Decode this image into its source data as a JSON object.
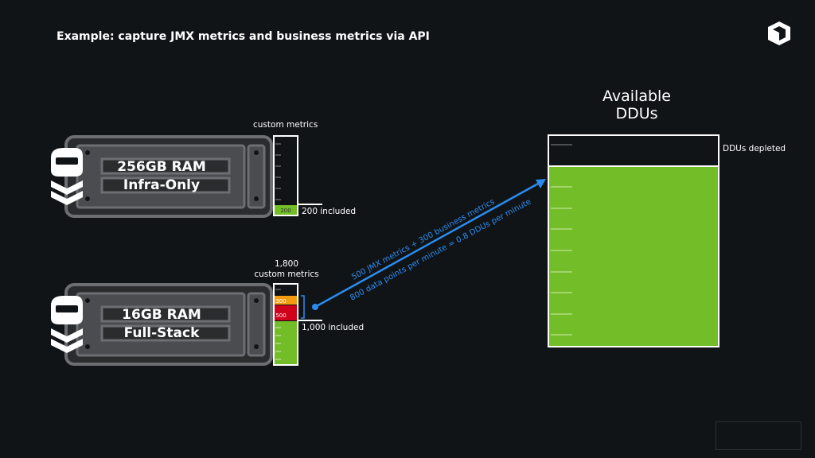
{
  "slide": {
    "title": "Example: capture JMX metrics and business metrics via API"
  },
  "server_top": {
    "line1": "256GB RAM",
    "line2": "Infra-Only",
    "meter_label": "custom metrics",
    "segment_value": "200",
    "included_label": "200 included"
  },
  "server_bottom": {
    "line1": "16GB RAM",
    "line2": "Full-Stack",
    "meter_count": "1,800",
    "meter_label": "custom metrics",
    "segment_orange": "300",
    "segment_red": "500",
    "included_label": "1,000 included"
  },
  "arrow": {
    "line1": "500 JMX metrics + 300 business metrics",
    "line2": "800 data points per minute = 0.8 DDUs per minute"
  },
  "ddu_panel": {
    "title_line1": "Available",
    "title_line2": "DDUs",
    "depleted_label": "DDUs depleted"
  },
  "colors": {
    "background": "#111417",
    "green": "#73be28",
    "orange": "#f39c12",
    "red": "#d0021b",
    "blue": "#2a8cf0",
    "server_gray": "#6d6e71"
  }
}
